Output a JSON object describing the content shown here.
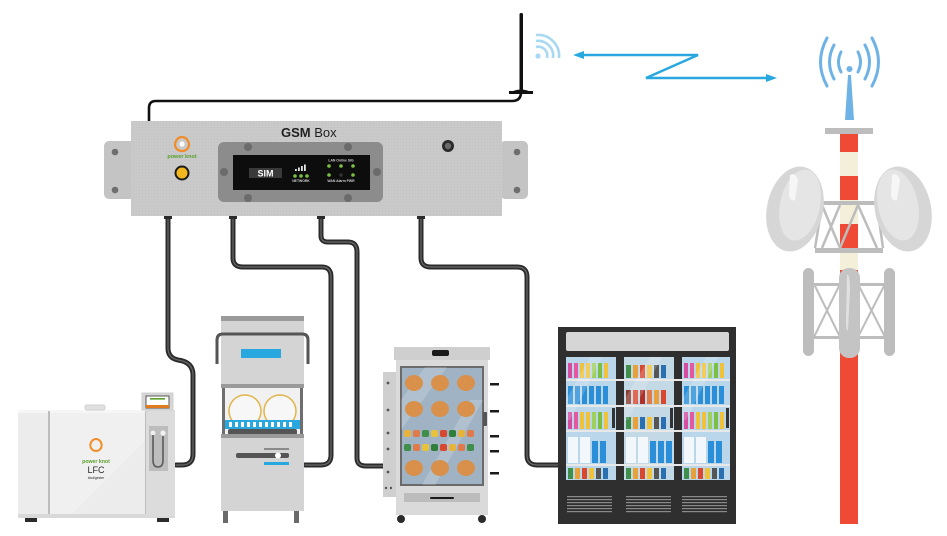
{
  "diagram": {
    "title": "GSM Box connectivity diagram",
    "gsm_box": {
      "title_bold": "GSM",
      "title_regular": " Box",
      "brand": "power knot",
      "display": {
        "sim_label": "SIM",
        "network_label": "NETWORK",
        "top_labels": "LAN  Online  SIG",
        "bottom_labels": "WAN  Alarm  PWR",
        "network_leds": [
          "on",
          "on",
          "on"
        ],
        "status_leds_top": [
          "on",
          "on",
          "on"
        ],
        "status_leds_bottom": [
          "on",
          "off",
          "on"
        ]
      }
    },
    "wireless_link": {
      "from": "GSM antenna",
      "to": "Cell tower",
      "type": "bidirectional"
    },
    "devices": [
      {
        "id": "lfc",
        "name": "LFC food digester",
        "brand": "power knot",
        "model": "LFC",
        "sub": "biodigester"
      },
      {
        "id": "dishwasher",
        "name": "Commercial dishwasher"
      },
      {
        "id": "rotisserie",
        "name": "Rotisserie oven"
      },
      {
        "id": "refrigerator",
        "name": "Beverage display refrigerator"
      }
    ],
    "tower": {
      "name": "Cell tower"
    },
    "colors": {
      "box_gray": "#c9c9c9",
      "accent_blue": "#29a8e0",
      "signal_blue": "#6fb3e6",
      "tower_red": "#ee4a36",
      "tower_cream": "#f4efd8",
      "led_green": "#7bc043",
      "brand_orange": "#f28c28",
      "brand_green": "#5aa02c",
      "connector_yellow": "#f2b61f"
    }
  }
}
